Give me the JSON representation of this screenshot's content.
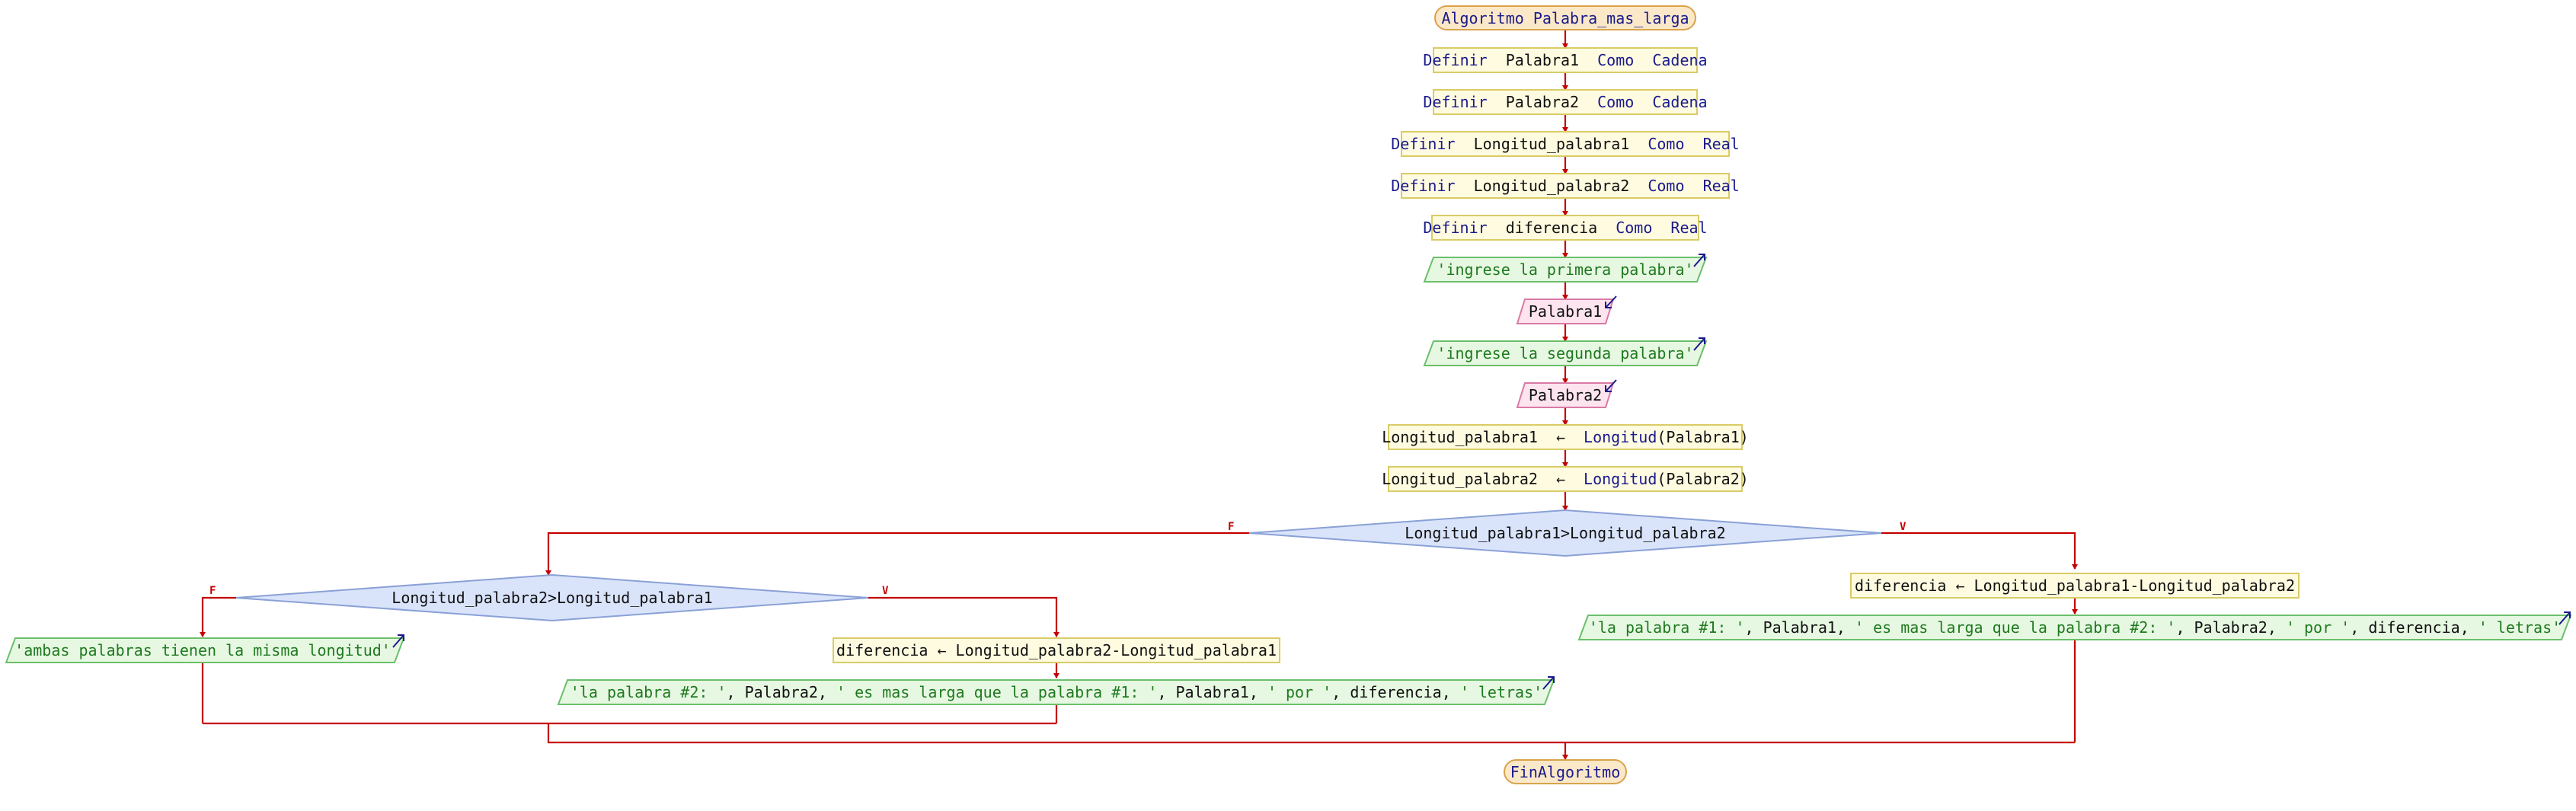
{
  "algorithm": {
    "start": "Algoritmo Palabra_mas_larga",
    "end": "FinAlgoritmo",
    "steps": [
      {
        "kind": "define",
        "kw1": "Definir",
        "var": "Palabra1",
        "kw2": "Como",
        "type": "Cadena"
      },
      {
        "kind": "define",
        "kw1": "Definir",
        "var": "Palabra2",
        "kw2": "Como",
        "type": "Cadena"
      },
      {
        "kind": "define",
        "kw1": "Definir",
        "var": "Longitud_palabra1",
        "kw2": "Como",
        "type": "Real"
      },
      {
        "kind": "define",
        "kw1": "Definir",
        "var": "Longitud_palabra2",
        "kw2": "Como",
        "type": "Real"
      },
      {
        "kind": "define",
        "kw1": "Definir",
        "var": "diferencia",
        "kw2": "Como",
        "type": "Real"
      },
      {
        "kind": "output",
        "text": "'ingrese la primera palabra'"
      },
      {
        "kind": "input",
        "text": "Palabra1"
      },
      {
        "kind": "output",
        "text": "'ingrese la segunda palabra'"
      },
      {
        "kind": "input",
        "text": "Palabra2"
      },
      {
        "kind": "assign",
        "target": "Longitud_palabra1",
        "arrow": "←",
        "fn": "Longitud",
        "arg": "(Palabra1)"
      },
      {
        "kind": "assign",
        "target": "Longitud_palabra2",
        "arrow": "←",
        "fn": "Longitud",
        "arg": "(Palabra2)"
      }
    ],
    "decision1": {
      "condition": "Longitud_palabra1>Longitud_palabra2",
      "false_label": "F",
      "true_label": "V",
      "true_branch": {
        "assign": "diferencia ← Longitud_palabra1-Longitud_palabra2",
        "output": [
          "'la palabra #1: '",
          ", Palabra1, ",
          "' es mas larga que la palabra #2: '",
          ", Palabra2, ",
          "' por '",
          ", diferencia, ",
          "' letras'"
        ]
      },
      "false_branch": {
        "decision2": {
          "condition": "Longitud_palabra2>Longitud_palabra1",
          "false_label": "F",
          "true_label": "V",
          "false_output": "'ambas palabras tienen la misma longitud'",
          "true_branch": {
            "assign": "diferencia ← Longitud_palabra2-Longitud_palabra1",
            "output": [
              "'la palabra #2: '",
              ", Palabra2, ",
              "' es mas larga que la palabra #1: '",
              ", Palabra1, ",
              "' por '",
              ", diferencia, ",
              "' letras'"
            ]
          }
        }
      }
    }
  },
  "colors": {
    "flow": "#c40000",
    "terminator_fill": "#fbe8c8",
    "terminator_stroke": "#d9a34a",
    "process_fill": "#fffbe0",
    "process_stroke": "#d9cc66",
    "output_fill": "#e6f7e2",
    "output_stroke": "#6bbf6b",
    "input_fill": "#fde4ef",
    "input_stroke": "#d97aa5",
    "decision_fill": "#d9e4fb",
    "decision_stroke": "#8aa1d6",
    "keyword": "#1a1a8c",
    "string": "#1f7a1f",
    "io_arrow": "#1a1a8c"
  }
}
